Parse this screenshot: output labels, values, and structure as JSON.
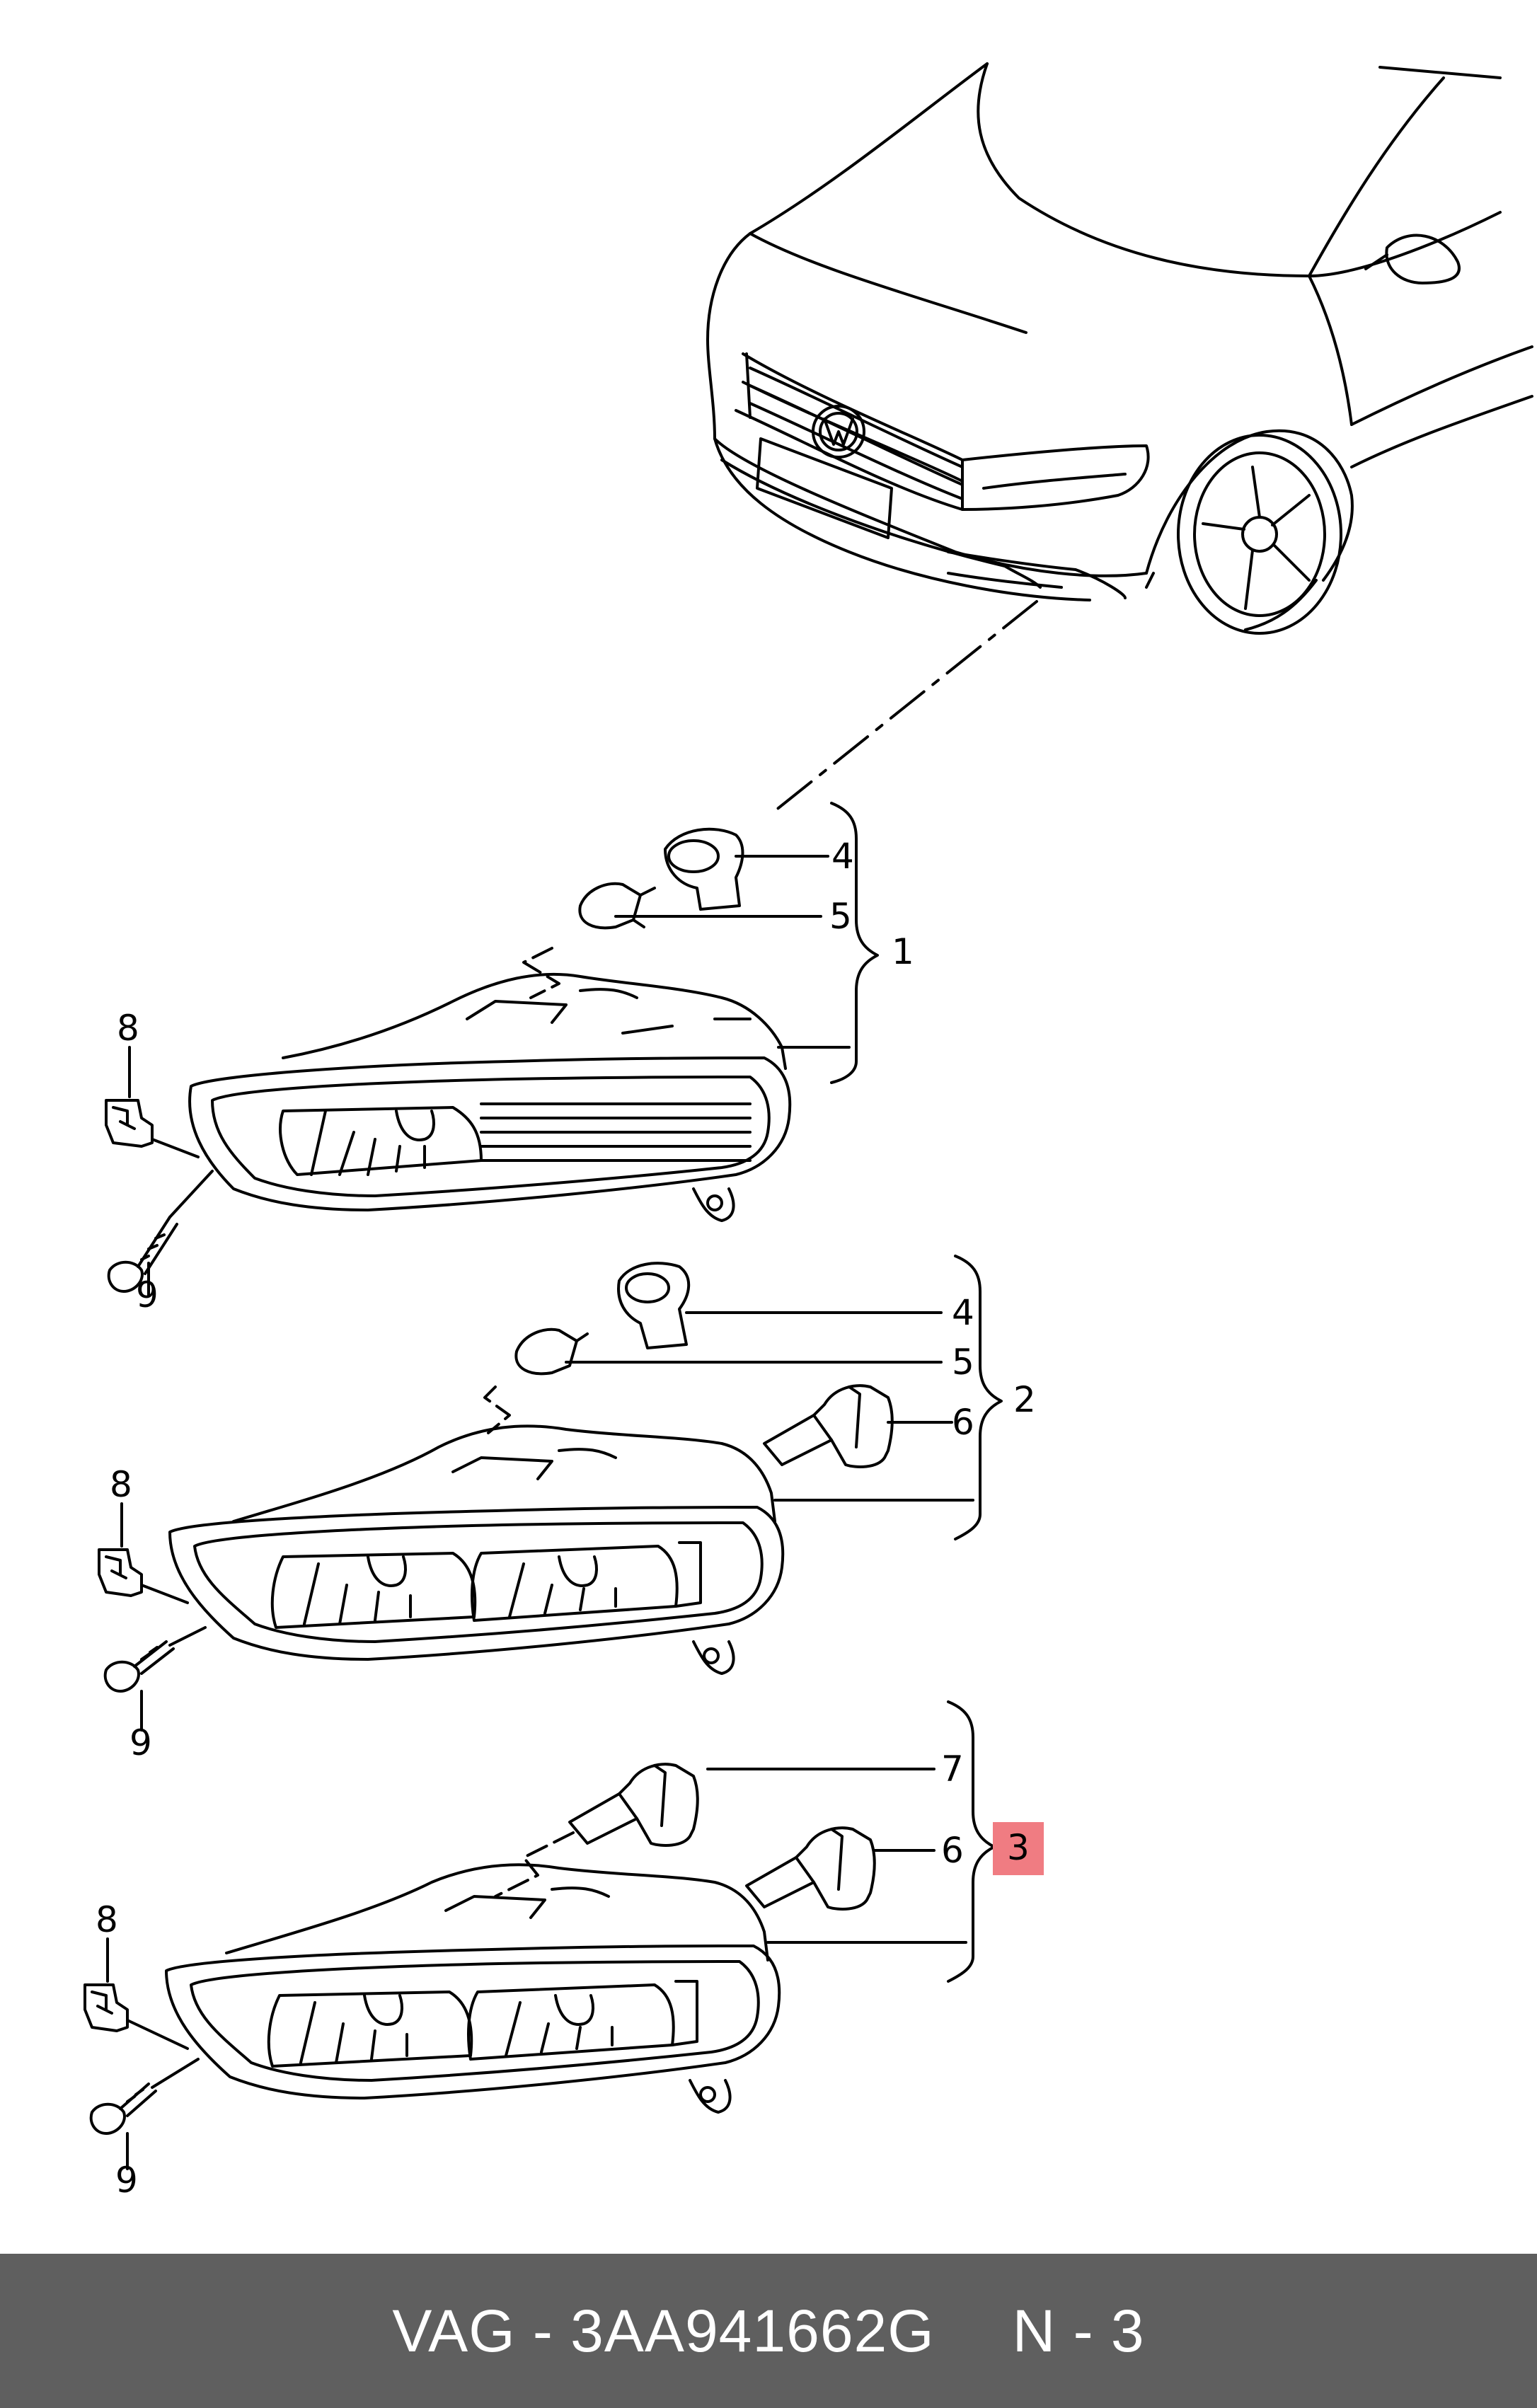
{
  "footer": {
    "part_number": "VAG - 3AA941662G",
    "position": "N - 3"
  },
  "callouts": {
    "group_1": "1",
    "group_2": "2",
    "group_3": "3",
    "item_4_top": "4",
    "item_5_top": "5",
    "item_4_mid": "4",
    "item_5_mid": "5",
    "item_6_mid": "6",
    "item_7_bot": "7",
    "item_6_bot": "6",
    "item_8_top": "8",
    "item_9_top": "9",
    "item_8_mid": "8",
    "item_9_mid": "9",
    "item_8_bot": "8",
    "item_9_bot": "9"
  },
  "colors": {
    "footer_background": "#5f5f5f",
    "highlight": "#f07c82",
    "line": "#000000"
  }
}
